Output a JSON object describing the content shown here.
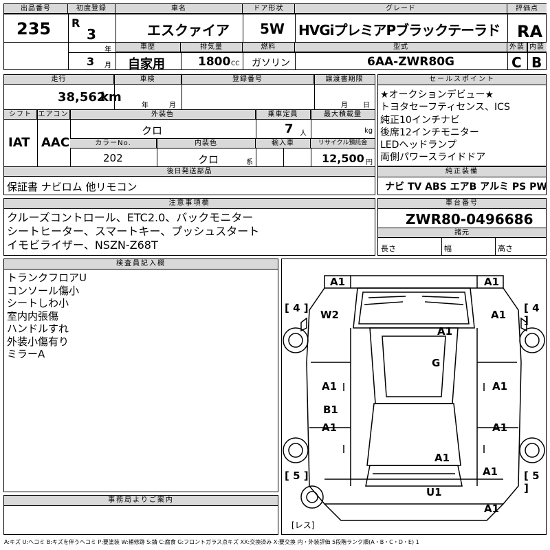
{
  "labels": {
    "lot_no": "出品番号",
    "first_reg": "初度登録",
    "car_name": "車名",
    "door": "ドア形状",
    "grade": "グレード",
    "rating": "評価点",
    "year_unit": "年",
    "month_unit": "月",
    "history": "車歴",
    "displacement": "排気量",
    "fuel": "燃料",
    "model": "型式",
    "exterior": "外装",
    "interior": "内装",
    "mileage": "走行",
    "inspection": "車検",
    "reg_no": "登録番号",
    "transfer_docs": "譲渡書期限",
    "sales_points": "セールスポイント",
    "shift": "シフト",
    "aircon": "エアコン",
    "ext_color": "外装色",
    "capacity": "乗車定員",
    "max_load": "最大積載量",
    "color_no": "カラーNo.",
    "int_color": "内装色",
    "import": "輸入車",
    "recycle": "リサイクル預託金",
    "later_parts": "後日発送部品",
    "genuine_equip": "純正装備",
    "notes": "注意事項欄",
    "chassis_no": "車台番号",
    "specs": "諸元",
    "length": "長さ",
    "width": "幅",
    "height": "高さ",
    "inspector": "検査員記入欄",
    "office": "事務局よりご案内",
    "cc": "CC",
    "km": "km",
    "kg": "kg",
    "person": "人",
    "kei": "系",
    "yen": "円",
    "year2": "年",
    "month2": "月",
    "day": "日"
  },
  "values": {
    "lot_no": "235",
    "era": "R",
    "year": "3",
    "month": "3",
    "car_name": "エスクァイア",
    "door": "5W",
    "grade": "HVGiプレミアPブラックテーラド",
    "rating": "RA",
    "history": "自家用",
    "displacement": "1800",
    "fuel": "ガソリン",
    "model": "6AA-ZWR80G",
    "exterior": "C",
    "interior": "B",
    "mileage": "38,562",
    "shift": "IAT",
    "aircon": "AAC",
    "ext_color": "クロ",
    "capacity": "7",
    "color_no": "202",
    "int_color": "クロ",
    "recycle": "12,500",
    "later_parts": "保証書 ナビロム 他リモコン",
    "genuine_equip": "ナビ TV ABS エアB アルミ PS PW",
    "chassis_no": "ZWR80-0496686"
  },
  "sales_points": [
    "★オークションデビュー★",
    "トヨタセーフティセンス、ICS",
    "純正10インチナビ",
    "後席12インチモニター",
    "LEDヘッドランプ",
    "両側パワースライドドア"
  ],
  "notes": [
    "クルーズコントロール、ETC2.0、バックモニター",
    "シートヒーター、スマートキー、プッシュスタート",
    "イモビライザー、NSZN-Z68T"
  ],
  "inspector_notes": [
    "トランクフロアU",
    "コンソール傷小",
    "シートしわ小",
    "室内内張傷",
    "ハンドルすれ",
    "外装小傷有り",
    "ミラーA"
  ],
  "diagram": {
    "tire_fl": "4",
    "tire_fr": "4",
    "tire_rl": "5",
    "tire_rr": "5",
    "spare": "レス",
    "marks": [
      "A1",
      "A1",
      "W2",
      "A1",
      "A1",
      "G",
      "A1",
      "A1",
      "B1",
      "A1",
      "A1",
      "A1",
      "A1",
      "U1",
      "A1"
    ]
  },
  "legend": "A:キズ U:ヘコミ B:キズを伴うヘコミ P:要塗装 W:補修跡 S:錆 C:腐食 G:フロントガラス点キズ XX:交換済み X:要交換 内・外装評価 5段階ランク順(A・B・C・D・E) 1"
}
